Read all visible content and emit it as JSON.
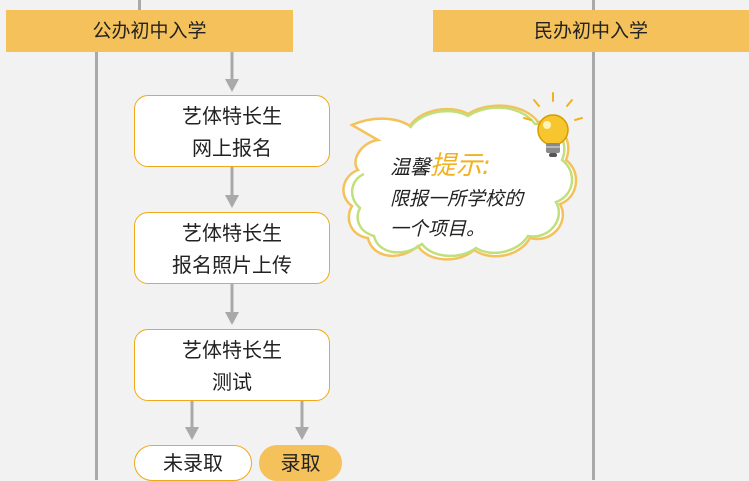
{
  "left_header": "公办初中入学",
  "right_header": "民办初中入学",
  "steps": [
    {
      "line1": "艺体特长生",
      "line2": "网上报名"
    },
    {
      "line1": "艺体特长生",
      "line2": "报名照片上传"
    },
    {
      "line1": "艺体特长生",
      "line2": "测试"
    }
  ],
  "outcomes": {
    "not_admitted": "未录取",
    "admitted": "录取"
  },
  "tip": {
    "title_prefix": "温馨",
    "title_highlight": "提示:",
    "line1": "限报一所学校的",
    "line2": "一个项目。"
  },
  "colors": {
    "accent": "#f4c15a",
    "border": "#f0a818",
    "line": "#a9a9a9",
    "highlight": "#f2b21f"
  }
}
